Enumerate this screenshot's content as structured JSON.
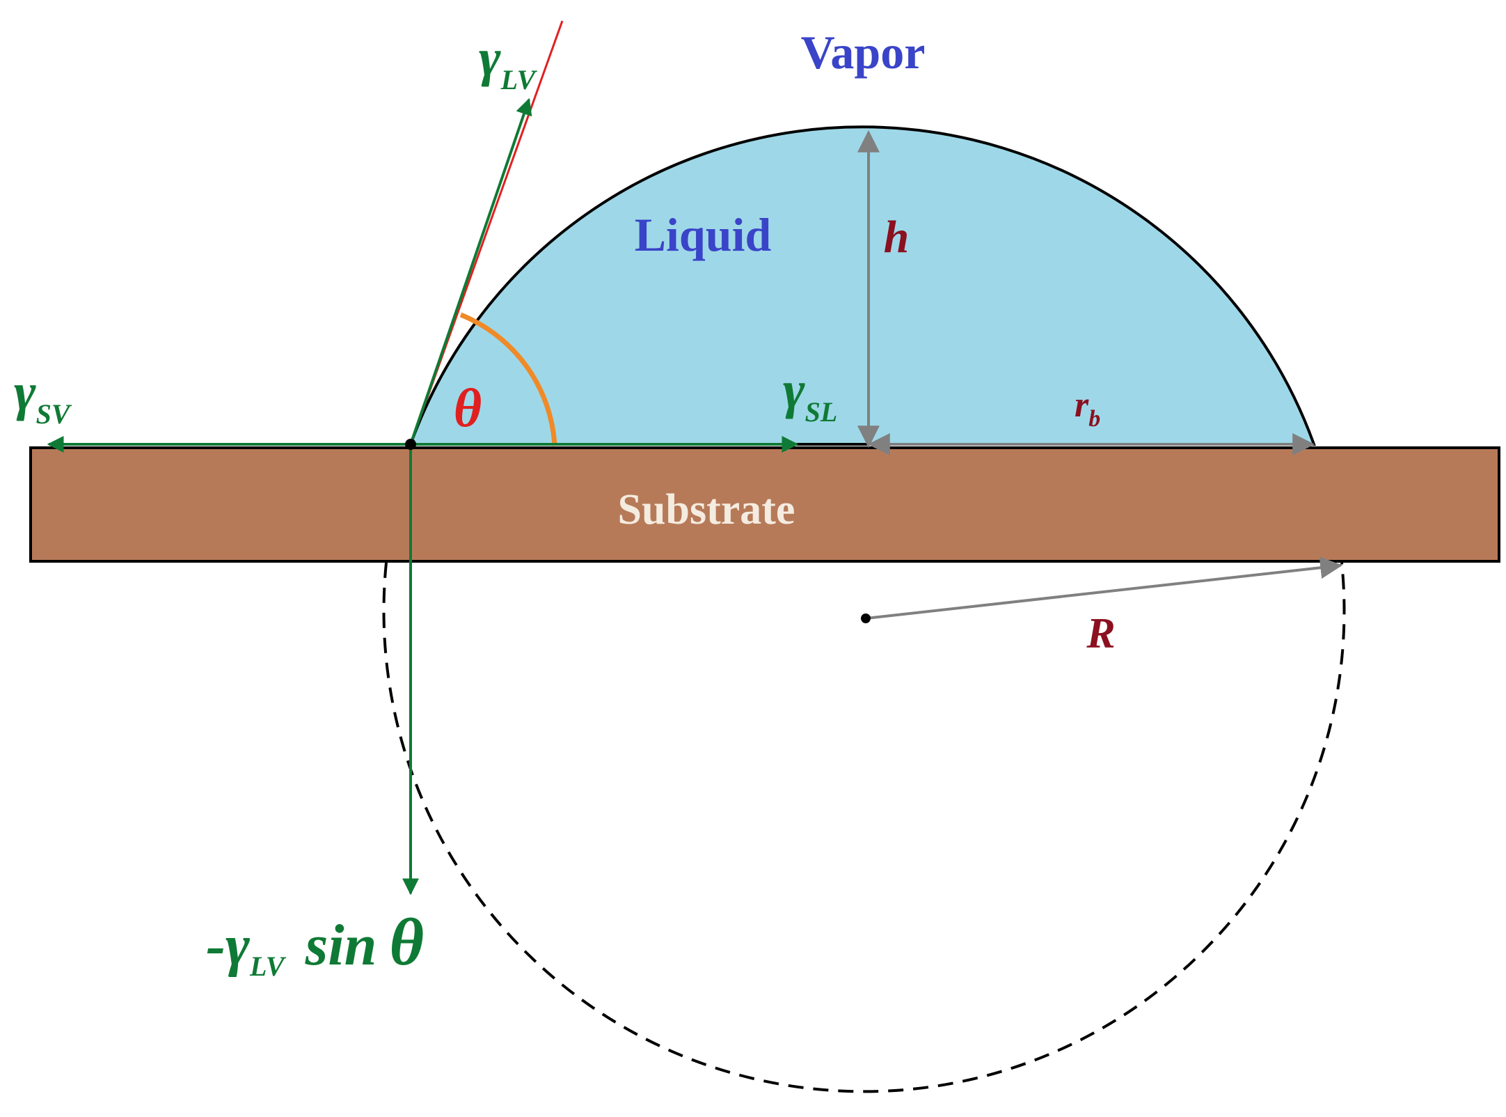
{
  "labels": {
    "vapor": "Vapor",
    "liquid": "Liquid",
    "substrate": "Substrate",
    "theta": "θ",
    "h": "h",
    "r": "r",
    "r_sub": "b",
    "R": "R",
    "gamma": "γ",
    "lv_sub": "LV",
    "sv_sub": "SV",
    "sl_sub": "SL",
    "minus": "-",
    "sin": "sin",
    "theta2": "θ"
  },
  "colors": {
    "liquid_fill": "#9ed8e8",
    "substrate_fill": "#b77a59",
    "force_green": "#0f7a35",
    "tangent_red": "#e02020",
    "angle_orange": "#f08a28",
    "dimension_gray": "#808080",
    "phase_blue": "#3a44c8",
    "dim_label_red": "#8b1020",
    "substrate_text": "#f4ece0",
    "outline_black": "#000000"
  }
}
